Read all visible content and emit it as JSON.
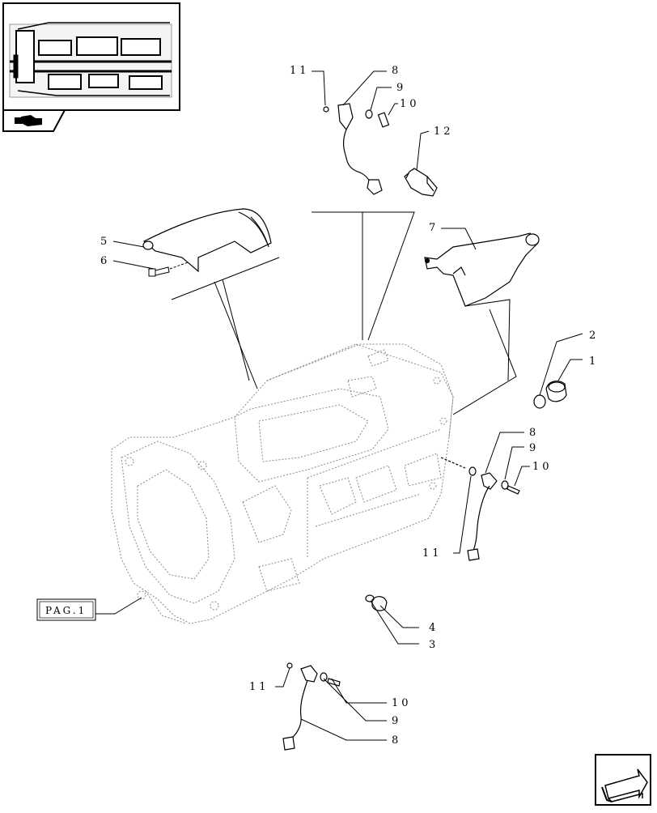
{
  "thumbnail": {
    "icon": "pointing-hand-icon"
  },
  "page_ref": {
    "label": "PAG.1"
  },
  "nav": {
    "icon": "next-page-arrow-icon"
  },
  "callouts": [
    {
      "id": "c11a",
      "text": "11"
    },
    {
      "id": "c8a",
      "text": "8"
    },
    {
      "id": "c9a",
      "text": "9"
    },
    {
      "id": "c10a",
      "text": "10"
    },
    {
      "id": "c12",
      "text": "12"
    },
    {
      "id": "c5",
      "text": "5"
    },
    {
      "id": "c6",
      "text": "6"
    },
    {
      "id": "c7",
      "text": "7"
    },
    {
      "id": "c2",
      "text": "2"
    },
    {
      "id": "c1",
      "text": "1"
    },
    {
      "id": "c8b",
      "text": "8"
    },
    {
      "id": "c9b",
      "text": "9"
    },
    {
      "id": "c10b",
      "text": "10"
    },
    {
      "id": "c11b",
      "text": "11"
    },
    {
      "id": "c4",
      "text": "4"
    },
    {
      "id": "c3",
      "text": "3"
    },
    {
      "id": "c11c",
      "text": "11"
    },
    {
      "id": "c10c",
      "text": "10"
    },
    {
      "id": "c9c",
      "text": "9"
    },
    {
      "id": "c8c",
      "text": "8"
    }
  ]
}
